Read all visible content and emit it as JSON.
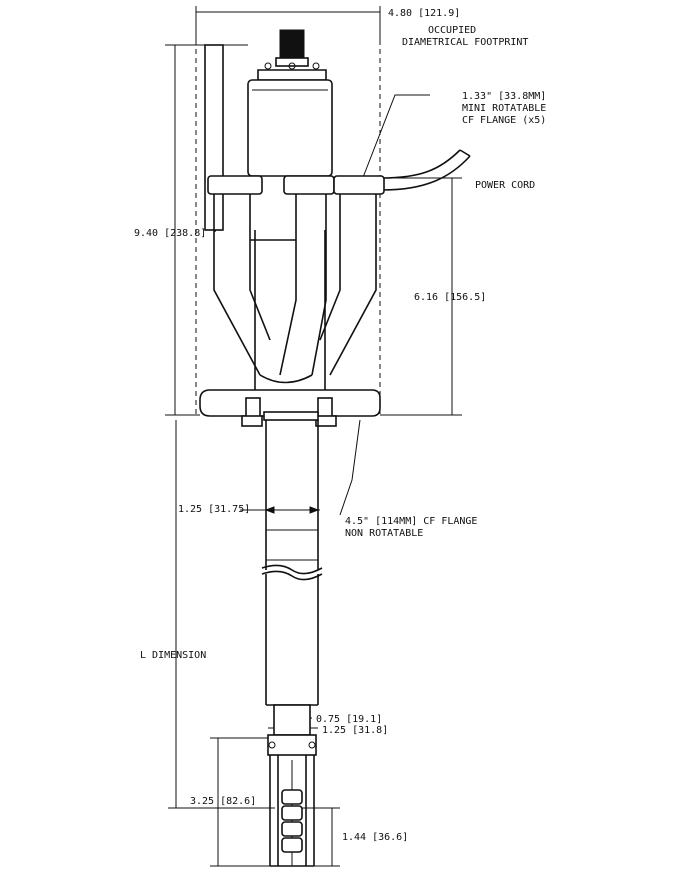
{
  "labels": {
    "width_dim": "4.80 [121.9]",
    "footprint_line1": "OCCUPIED",
    "footprint_line2": "DIAMETRICAL FOOTPRINT",
    "mini_flange_line1": "1.33\" [33.8MM]",
    "mini_flange_line2": "MINI ROTATABLE",
    "mini_flange_line3": "CF FLANGE (x5)",
    "power_cord": "POWER CORD",
    "height_total": "9.40 [238.8]",
    "height_upper": "6.16 [156.5]",
    "tube_dia": "1.25 [31.75]",
    "main_flange_line1": "4.5\" [114MM] CF FLANGE",
    "main_flange_line2": "NON ROTATABLE",
    "l_dimension": "L DIMENSION",
    "dim_075": "0.75 [19.1]",
    "dim_125b": "1.25 [31.8]",
    "dim_325": "3.25 [82.6]",
    "dim_144": "1.44 [36.6]"
  }
}
